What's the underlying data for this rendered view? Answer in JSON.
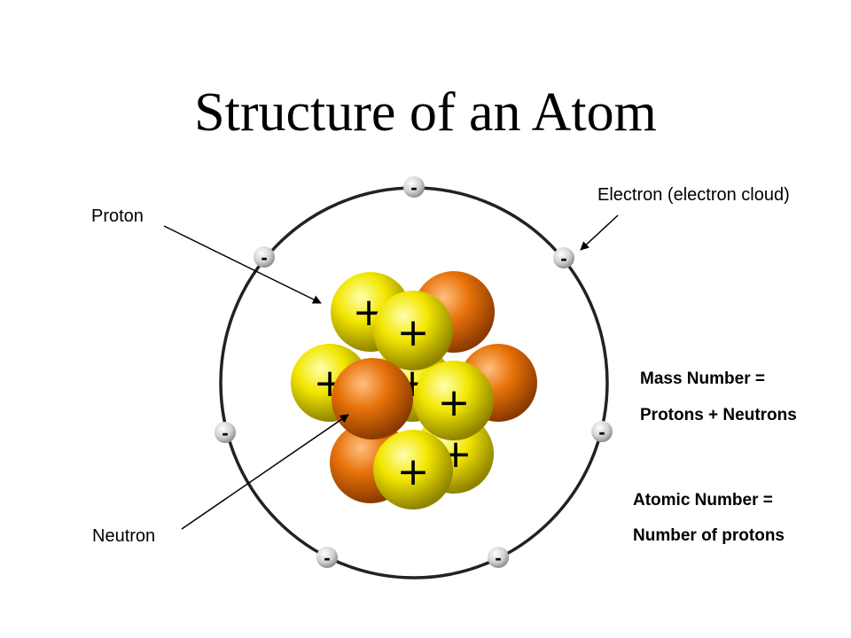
{
  "title": "Structure of an Atom",
  "labels": {
    "proton": "Proton",
    "neutron": "Neutron",
    "electron": "Electron (electron cloud)"
  },
  "mass_number": {
    "line1": "Mass Number =",
    "line2": "Protons + Neutrons"
  },
  "atomic_number": {
    "line1": "Atomic Number =",
    "line2": "Number of protons"
  },
  "symbols": {
    "proton": "+",
    "electron": "-"
  },
  "colors": {
    "proton": "#f2e600",
    "neutron": "#e8720a",
    "electron": "#d0d0d0",
    "orbit": "#222222"
  }
}
